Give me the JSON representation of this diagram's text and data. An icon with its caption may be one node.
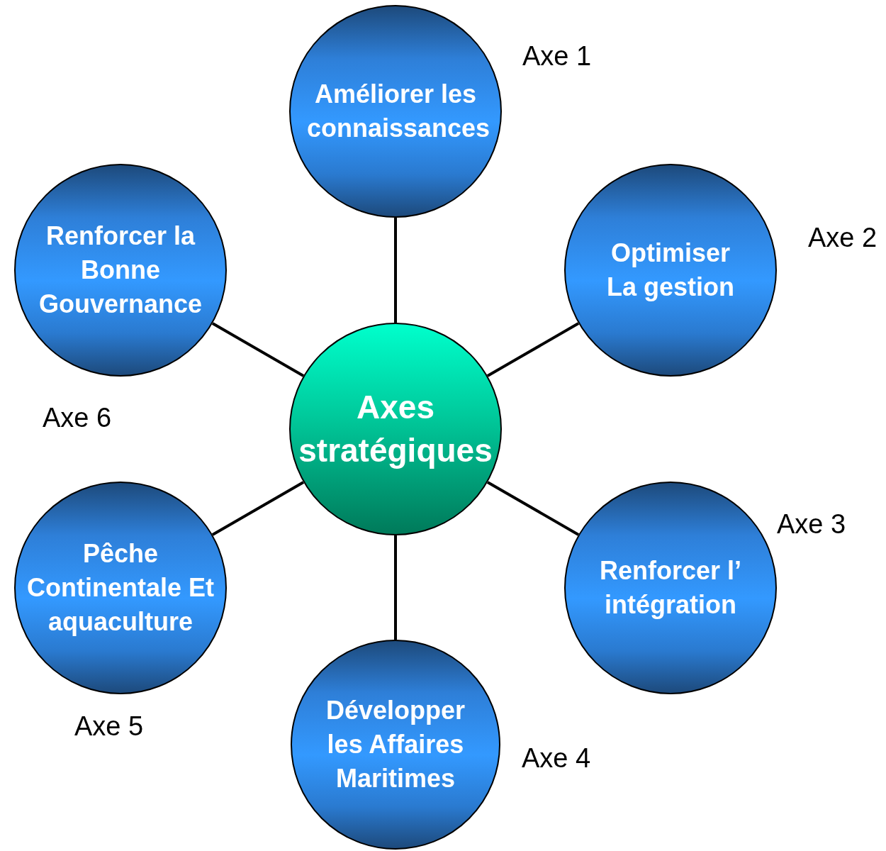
{
  "diagram": {
    "nodes": [
      {
        "text": [
          "Axes stratégiques"
        ]
      },
      {
        "text": [
          "Améliorer les connaissances"
        ],
        "beside": [
          "Axe 1"
        ]
      },
      {
        "text": [
          "Optimiser La gestion"
        ],
        "beside": [
          "Axe 2"
        ]
      },
      {
        "text": [
          "Renforcer l’ intégration"
        ],
        "beside": [
          "Axe 3"
        ]
      },
      {
        "text": [
          "Développer les Affaires Maritimes"
        ],
        "beside": [
          "Axe 4"
        ]
      },
      {
        "text": [
          "Pêche Continentale Et aquaculture"
        ],
        "beside": [
          "Axe 5"
        ]
      },
      {
        "text": [
          "Renforcer la Bonne Gouvernance"
        ],
        "beside": [
          "Axe 6"
        ]
      }
    ],
    "edges": [
      {
        "from": 0,
        "to": 1,
        "arrow": "none"
      },
      {
        "from": 0,
        "to": 2,
        "arrow": "none"
      },
      {
        "from": 0,
        "to": 3,
        "arrow": "none"
      },
      {
        "from": 0,
        "to": 4,
        "arrow": "none"
      },
      {
        "from": 0,
        "to": 5,
        "arrow": "none"
      },
      {
        "from": 0,
        "to": 6,
        "arrow": "none"
      }
    ]
  }
}
